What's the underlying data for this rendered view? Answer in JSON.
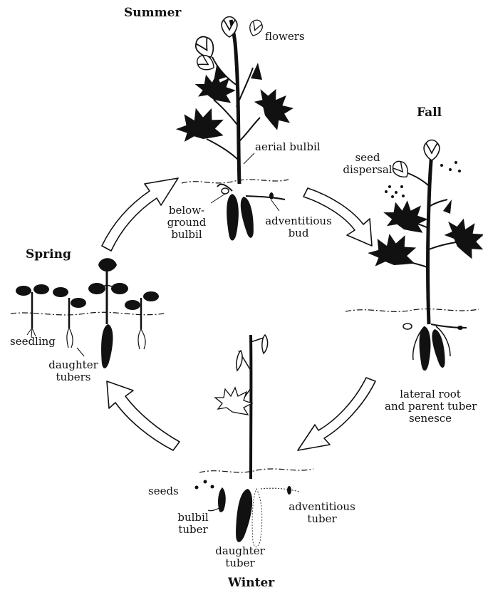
{
  "seasons": {
    "summer": "Summer",
    "fall": "Fall",
    "winter": "Winter",
    "spring": "Spring"
  },
  "labels": {
    "flowers": "flowers",
    "aerial_bulbil": "aerial bulbil",
    "below_ground_bulbil": [
      "below-",
      "ground",
      "bulbil"
    ],
    "adventitious_bud": [
      "adventitious",
      "bud"
    ],
    "seed_dispersal": [
      "seed",
      "dispersal"
    ],
    "lateral_root": [
      "lateral root",
      "and parent tuber",
      "senesce"
    ],
    "seeds": "seeds",
    "bulbil_tuber": [
      "bulbil",
      "tuber"
    ],
    "daughter_tuber": [
      "daughter",
      "tuber"
    ],
    "adventitious_tuber": [
      "adventitious",
      "tuber"
    ],
    "seedling": "seedling",
    "daughter_tubers": [
      "daughter",
      "tubers"
    ]
  }
}
